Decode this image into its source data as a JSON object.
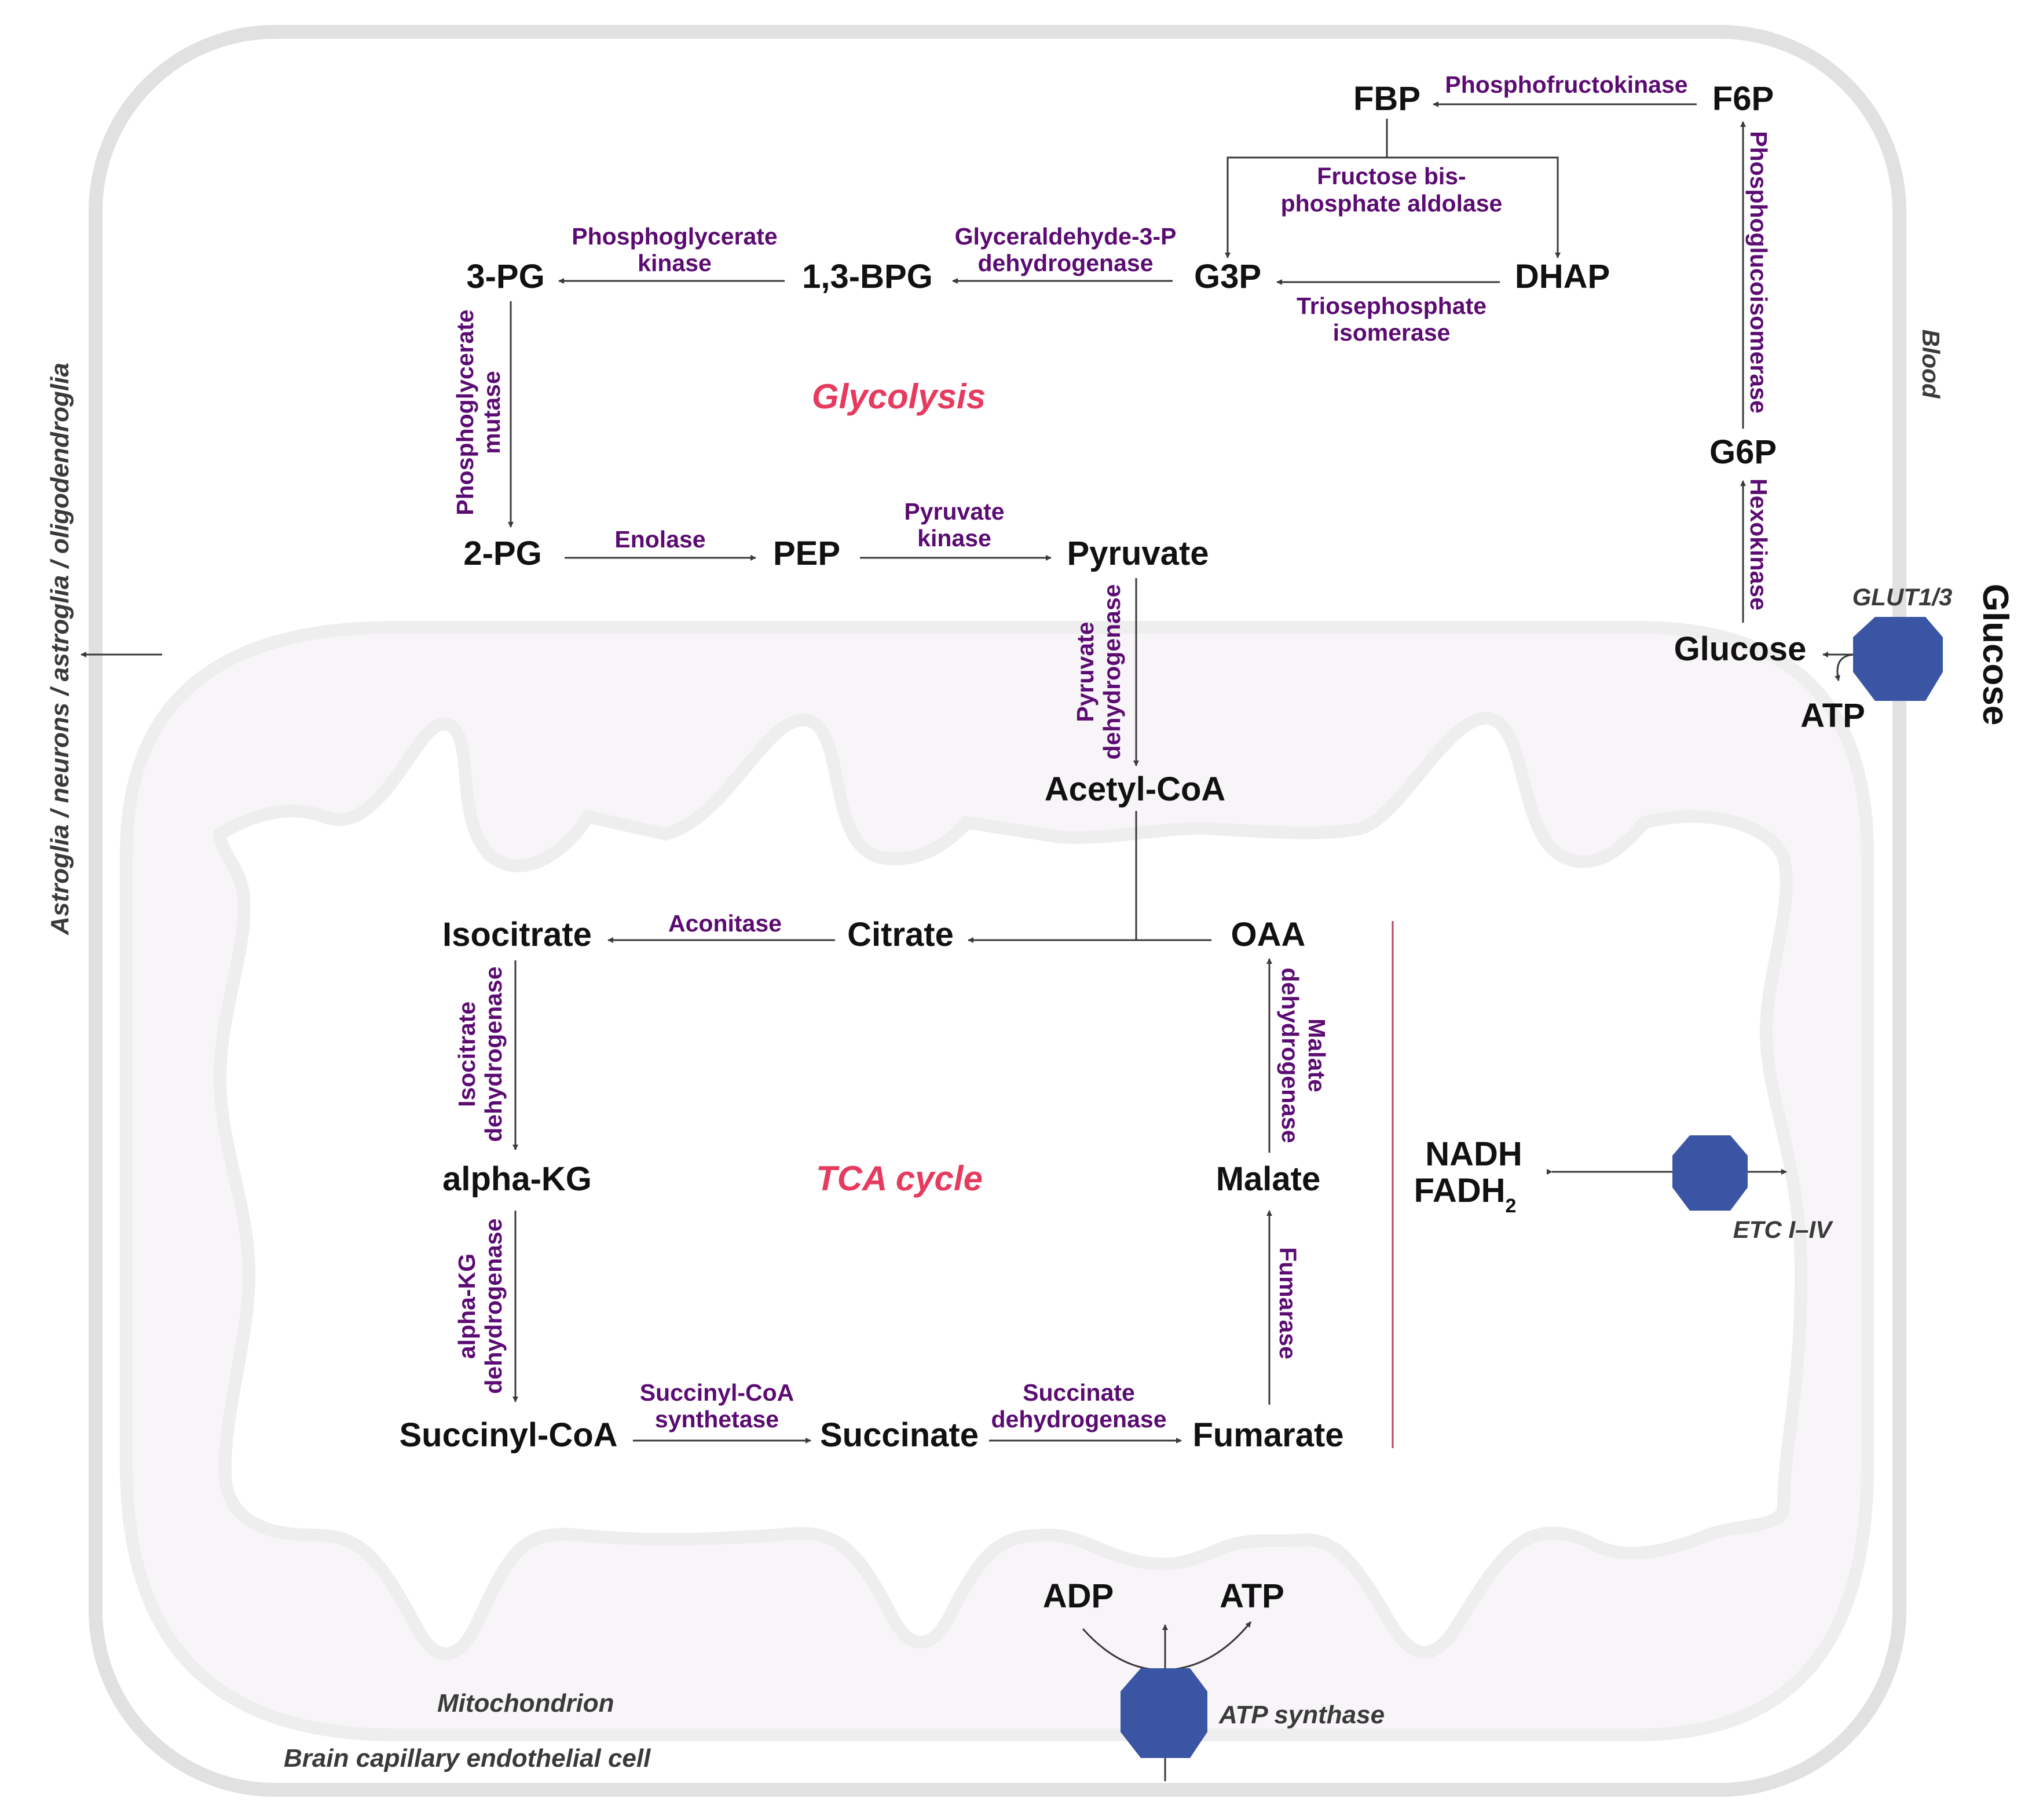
{
  "colors": {
    "metabolite": "#111111",
    "enzyme": "#5b0b72",
    "pathway": "#e63b5f",
    "transporter": "#3b55a5",
    "cell_outline": "#e1e1e1",
    "mitochondrion_fill": "#f8f5f8",
    "divider": "#b5465e"
  },
  "labels": {
    "cell": "Brain capillary endothelial cell",
    "mitochondrion": "Mitochondrion",
    "blood": "Blood",
    "target_cells": "Astroglia / neurons / astroglia / oligodendroglia"
  },
  "pathways": {
    "glycolysis": "Glycolysis",
    "tca": "TCA cycle"
  },
  "transport": {
    "glut": "GLUT1/3",
    "glucose_blood": "Glucose",
    "glucose": "Glucose",
    "atp": "ATP"
  },
  "glycolysis": {
    "g6p": "G6P",
    "f6p": "F6P",
    "fbp": "FBP",
    "g3p": "G3P",
    "dhap": "DHAP",
    "bpg": "1,3-BPG",
    "pg3": "3-PG",
    "pg2": "2-PG",
    "pep": "PEP",
    "pyruvate": "Pyruvate"
  },
  "enzymes": {
    "hexokinase": "Hexokinase",
    "phosphoglucoisomerase": "Phosphoglucoisomerase",
    "phosphofructokinase": "Phosphofructokinase",
    "aldolase_1": "Fructose bis-",
    "aldolase_2": "phosphate aldolase",
    "tpi_1": "Triosephosphate",
    "tpi_2": "isomerase",
    "gapdh_1": "Glyceraldehyde-3-P",
    "gapdh_2": "dehydrogenase",
    "pgk_1": "Phosphoglycerate",
    "pgk_2": "kinase",
    "pgm_1": "Phosphoglycerate",
    "pgm_2": "mutase",
    "enolase": "Enolase",
    "pk_1": "Pyruvate",
    "pk_2": "kinase",
    "pdh_1": "Pyruvate",
    "pdh_2": "dehydrogenase",
    "aconitase": "Aconitase",
    "idh_1": "Isocitrate",
    "idh_2": "dehydrogenase",
    "akgdh_1": "alpha-KG",
    "akgdh_2": "dehydrogenase",
    "scs_1": "Succinyl-CoA",
    "scs_2": "synthetase",
    "sdh_1": "Succinate",
    "sdh_2": "dehydrogenase",
    "fumarase": "Fumarase",
    "mdh_1": "Malate",
    "mdh_2": "dehydrogenase"
  },
  "tca": {
    "acetyl_coa": "Acetyl-CoA",
    "citrate": "Citrate",
    "isocitrate": "Isocitrate",
    "akg": "alpha-KG",
    "succinyl_coa": "Succinyl-CoA",
    "succinate": "Succinate",
    "fumarate": "Fumarate",
    "malate": "Malate",
    "oaa": "OAA"
  },
  "etc": {
    "nadh": "NADH",
    "fadh": "FADH",
    "fadh_sub": "2",
    "label": "ETC I–IV"
  },
  "atp_synthase": {
    "adp": "ADP",
    "atp": "ATP",
    "label": "ATP synthase"
  }
}
